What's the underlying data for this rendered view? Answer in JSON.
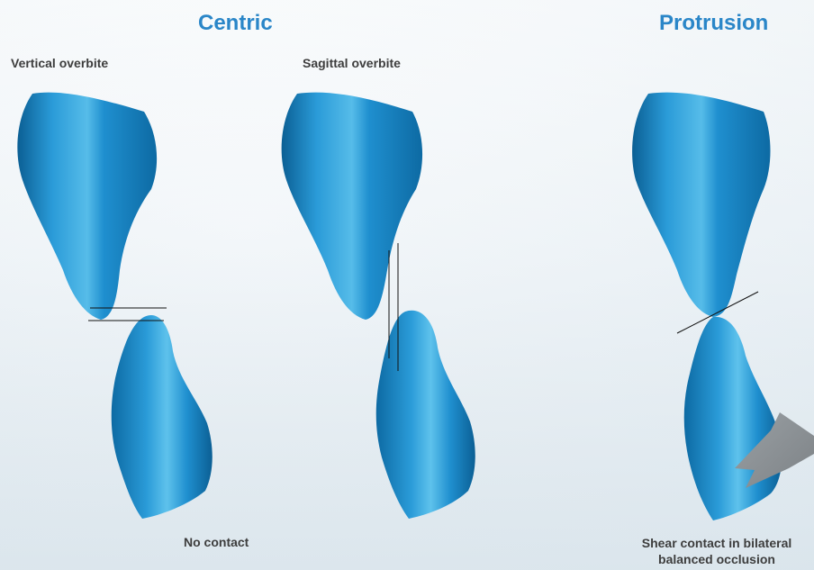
{
  "headings": {
    "centric": "Centric",
    "protrusion": "Protrusion"
  },
  "labels": {
    "vertical_overbite": "Vertical overbite",
    "sagittal_overbite": "Sagittal overbite",
    "no_contact": "No contact",
    "shear_contact_line1": "Shear contact in bilateral",
    "shear_contact_line2": "balanced occlusion"
  },
  "colors": {
    "heading": "#2a86c8",
    "tooth_light": "#4fb3e6",
    "tooth_mid": "#1f8fcf",
    "tooth_dark": "#0b5f94",
    "arrow": "#8a8f93",
    "line": "#111111"
  }
}
